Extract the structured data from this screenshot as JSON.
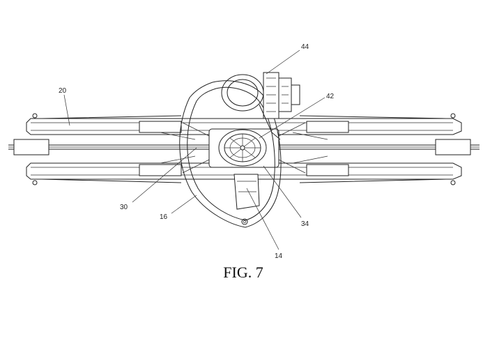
{
  "figure": {
    "caption": "FIG. 7",
    "labels": {
      "r44": "44",
      "r20": "20",
      "r42": "42",
      "r30": "30",
      "r16": "16",
      "r34": "34",
      "r14": "14"
    }
  }
}
